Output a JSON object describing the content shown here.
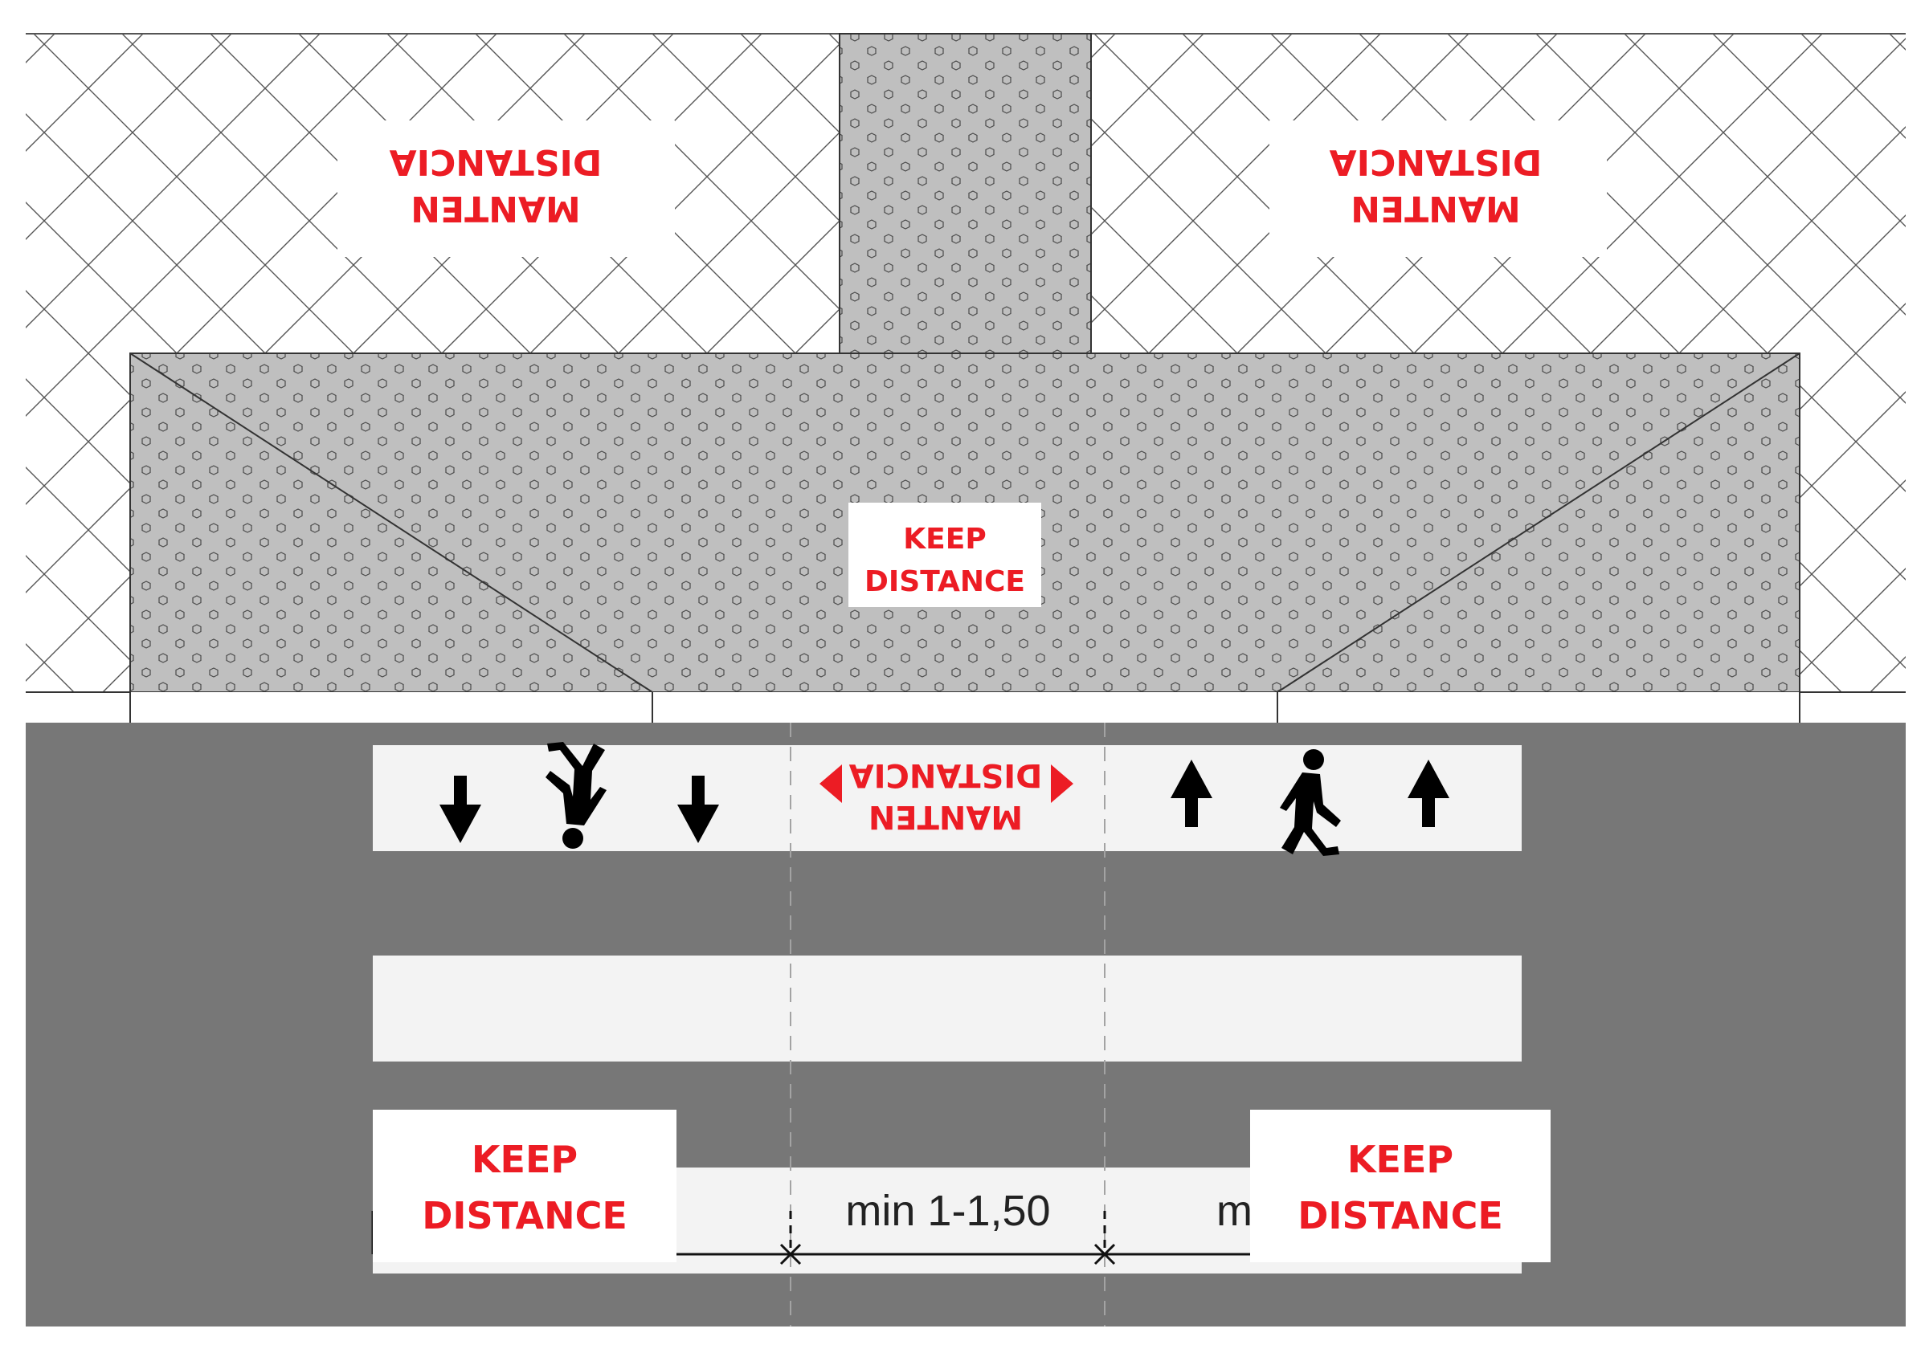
{
  "labels": {
    "keep_distance_line1": "KEEP",
    "keep_distance_line2": "DISTANCE",
    "mantener_line1": "MANTEN",
    "mantener_line2": "DISTANCIA",
    "dimension": "min 1-1,50",
    "dimension_cut": "m"
  },
  "icons": {
    "arrow": "arrow-icon",
    "pedestrian": "pedestrian-icon",
    "left_triangle": "triangle-left-icon",
    "right_triangle": "triangle-right-icon"
  },
  "colors": {
    "text_accent": "#ec1c24",
    "asphalt": "#777777",
    "paving": "#bfbfbf",
    "marking": "#f3f3f3",
    "line": "#333333"
  }
}
